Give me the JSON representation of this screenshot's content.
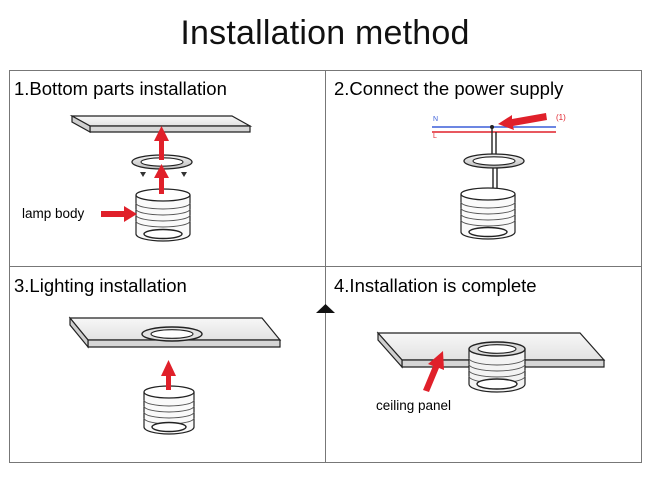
{
  "title": "Installation method",
  "steps": [
    {
      "label": "1.Bottom parts installation",
      "note": "lamp body"
    },
    {
      "label": "2.Connect the power supply",
      "wire_n": "N",
      "wire_l": "L",
      "callout": "(1)"
    },
    {
      "label": "3.Lighting installation"
    },
    {
      "label": "4.Installation is complete",
      "note": "ceiling panel"
    }
  ],
  "colors": {
    "arrow": "#e0202a",
    "wire_n": "#3b5fd9",
    "wire_l": "#e0202a",
    "line": "#222222"
  }
}
